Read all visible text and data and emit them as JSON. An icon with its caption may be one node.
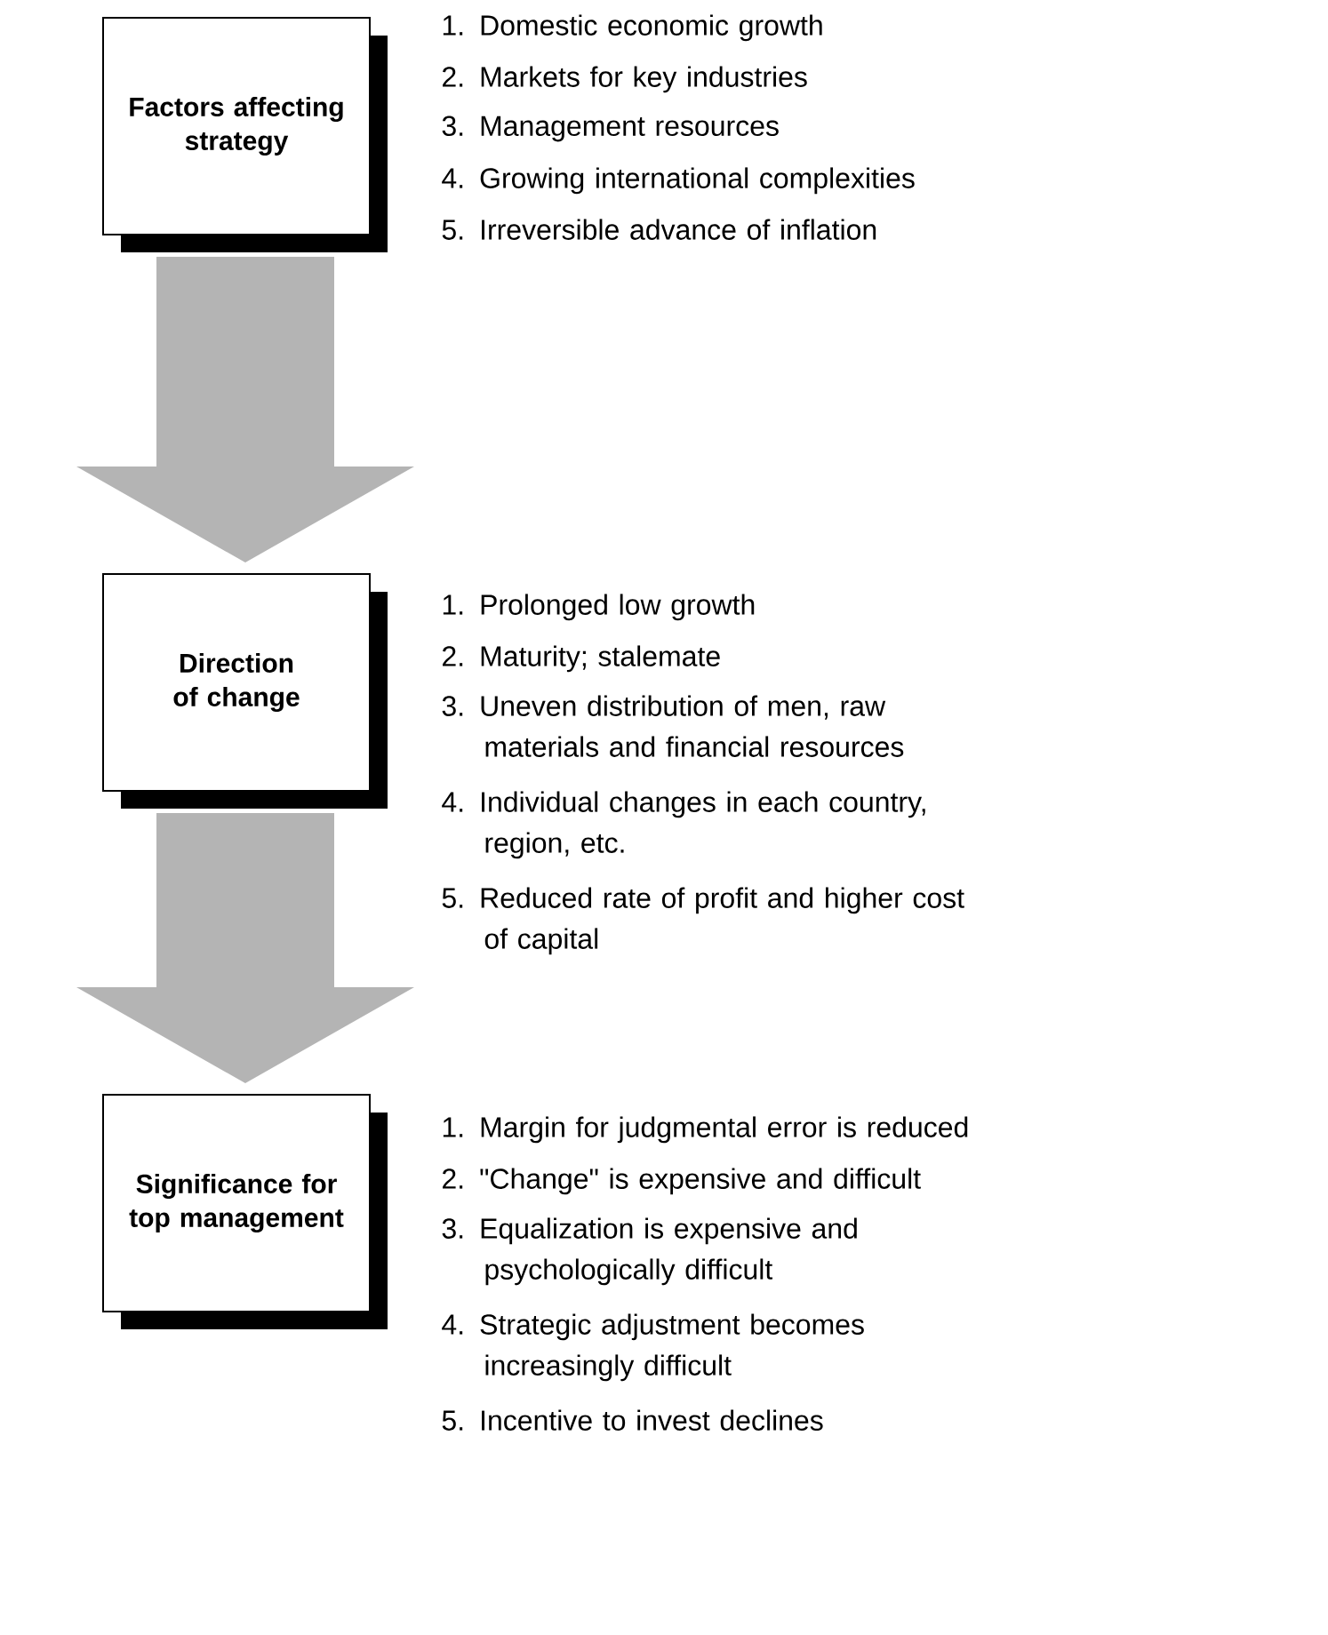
{
  "diagram": {
    "nodes": [
      {
        "text": [
          "Factors affecting strategy"
        ]
      },
      {
        "text": [
          "Direction of change"
        ]
      },
      {
        "text": [
          "Significance for top management"
        ]
      }
    ],
    "edges": [
      {
        "from": 0,
        "to": 1,
        "arrow": "to"
      },
      {
        "from": 1,
        "to": 2,
        "arrow": "to"
      }
    ],
    "labels": [
      "1. Domestic economic growth",
      "2. Markets for key industries",
      "3. Management resources",
      "4. Growing international complexities",
      "5. Irreversible advance of inflation",
      "1. Prolonged low growth",
      "2. Maturity; stalemate",
      "3. Uneven distribution of men, raw materials and financial resources",
      "4. Individual changes in each country, region, etc.",
      "5. Reduced rate of profit and higher cost of capital",
      "1. Margin for judgmental error is reduced",
      "2. \"Change\" is expensive and difficult",
      "3. Equalization is expensive and psychologically difficult",
      "4. Strategic adjustment becomes increasingly difficult",
      "5. Incentive to invest declines"
    ]
  }
}
